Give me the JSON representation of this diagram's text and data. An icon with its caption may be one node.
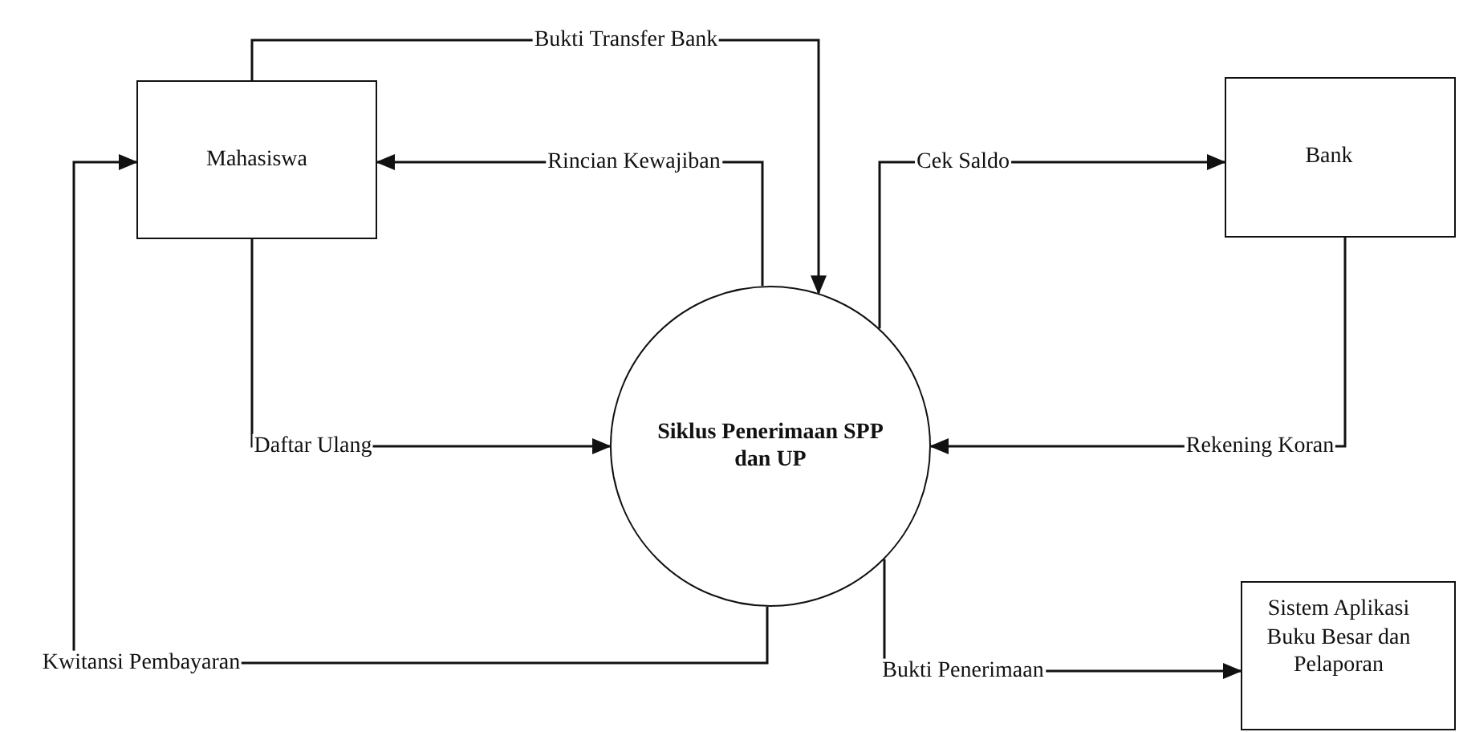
{
  "diagram": {
    "nodes": [
      {
        "text": [
          "Mahasiswa"
        ]
      },
      {
        "text": [
          "Bank"
        ]
      },
      {
        "text": [
          "Siklus Penerimaan SPP dan UP"
        ]
      },
      {
        "text": [
          "Sistem Aplikasi Buku Besar dan Pelaporan"
        ]
      }
    ],
    "edges": [
      {
        "from": 0,
        "to": 2,
        "arrow": "to",
        "label": "Bukti Transfer Bank"
      },
      {
        "from": 2,
        "to": 0,
        "arrow": "to",
        "label": "Rincian Kewajiban"
      },
      {
        "from": 2,
        "to": 1,
        "arrow": "to",
        "label": "Cek Saldo"
      },
      {
        "from": 0,
        "to": 2,
        "arrow": "to",
        "label": "Daftar Ulang"
      },
      {
        "from": 1,
        "to": 2,
        "arrow": "to",
        "label": "Rekening Koran"
      },
      {
        "from": 2,
        "to": 0,
        "arrow": "to",
        "label": "Kwitansi Pembayaran"
      },
      {
        "from": 2,
        "to": 3,
        "arrow": "to",
        "label": "Bukti Penerimaan"
      }
    ]
  }
}
